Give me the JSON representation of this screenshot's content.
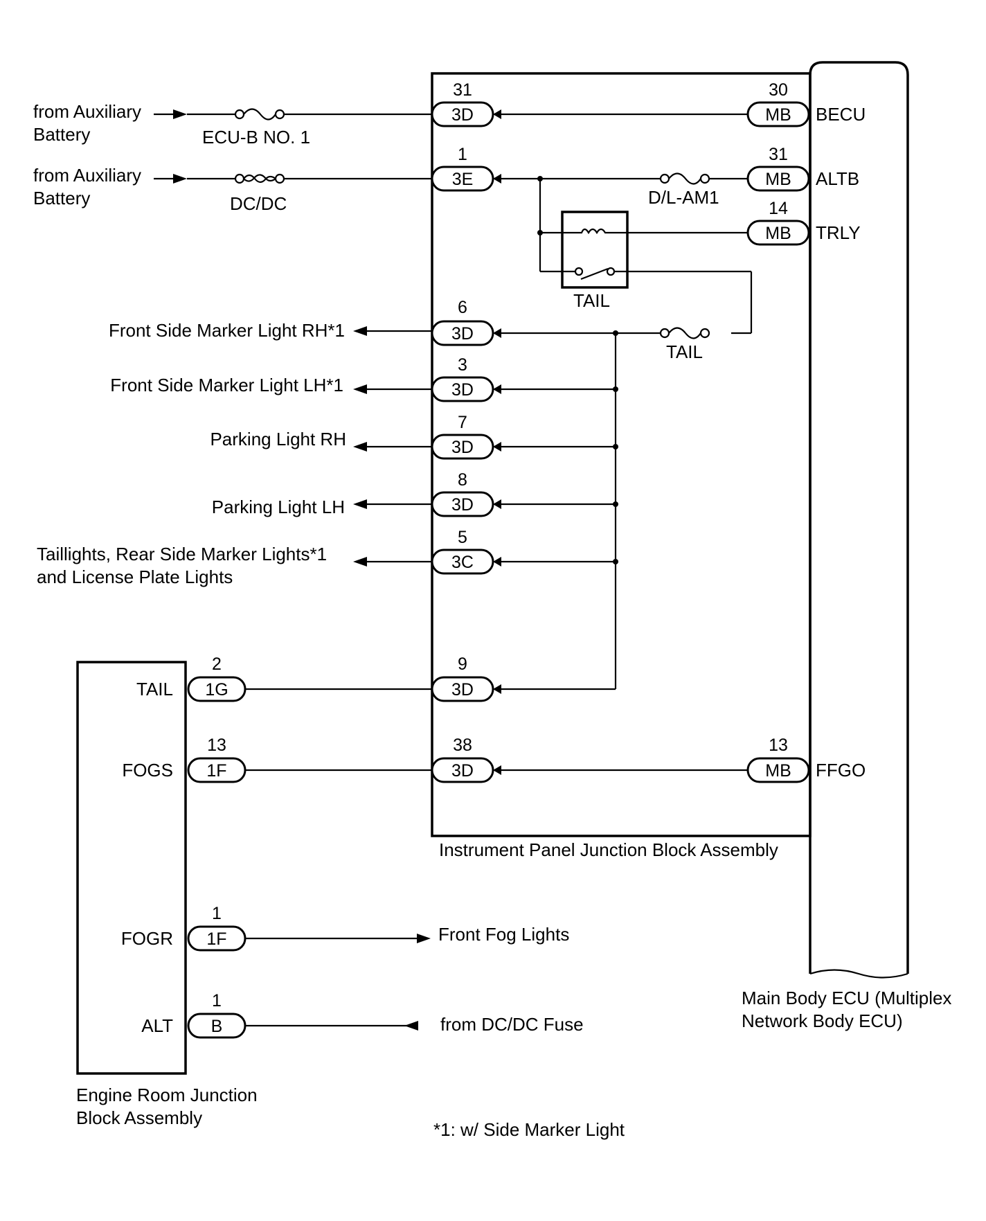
{
  "diagram": {
    "sources": {
      "aux1": {
        "line1": "from Auxiliary",
        "line2": "Battery"
      },
      "aux2": {
        "line1": "from Auxiliary",
        "line2": "Battery"
      }
    },
    "fuses": {
      "ecub": "ECU-B NO. 1",
      "dcdc": "DC/DC",
      "dlam1": "D/L-AM1",
      "tail": "TAIL"
    },
    "relay": {
      "label": "TAIL"
    },
    "ipjb_connectors": [
      {
        "pin": "31",
        "code": "3D"
      },
      {
        "pin": "1",
        "code": "3E"
      },
      {
        "pin": "6",
        "code": "3D"
      },
      {
        "pin": "3",
        "code": "3D"
      },
      {
        "pin": "7",
        "code": "3D"
      },
      {
        "pin": "8",
        "code": "3D"
      },
      {
        "pin": "5",
        "code": "3C"
      },
      {
        "pin": "9",
        "code": "3D"
      },
      {
        "pin": "38",
        "code": "3D"
      }
    ],
    "ecu_connectors": [
      {
        "pin": "30",
        "code": "MB",
        "signal": "BECU"
      },
      {
        "pin": "31",
        "code": "MB",
        "signal": "ALTB"
      },
      {
        "pin": "14",
        "code": "MB",
        "signal": "TRLY"
      },
      {
        "pin": "13",
        "code": "MB",
        "signal": "FFGO"
      }
    ],
    "outputs": {
      "fsm_rh": "Front Side Marker Light RH*1",
      "fsm_lh": "Front Side Marker Light LH*1",
      "park_rh": "Parking Light RH",
      "park_lh": "Parking Light LH",
      "tail_line1": "Taillights, Rear Side Marker Lights*1",
      "tail_line2": "and License Plate Lights"
    },
    "erjb_connectors": [
      {
        "signal": "TAIL",
        "pin": "2",
        "code": "1G"
      },
      {
        "signal": "FOGS",
        "pin": "13",
        "code": "1F"
      },
      {
        "signal": "FOGR",
        "pin": "1",
        "code": "1F"
      },
      {
        "signal": "ALT",
        "pin": "1",
        "code": "B"
      }
    ],
    "ext": {
      "front_fog": "Front Fog Lights",
      "dcdc_fuse": "from DC/DC Fuse"
    },
    "blocks": {
      "ipjb": "Instrument Panel Junction Block Assembly",
      "ecu_line1": "Main Body ECU (Multiplex",
      "ecu_line2": "Network Body ECU)",
      "erjb_line1": "Engine Room Junction",
      "erjb_line2": "Block Assembly"
    },
    "footnote": "*1: w/ Side Marker Light"
  }
}
